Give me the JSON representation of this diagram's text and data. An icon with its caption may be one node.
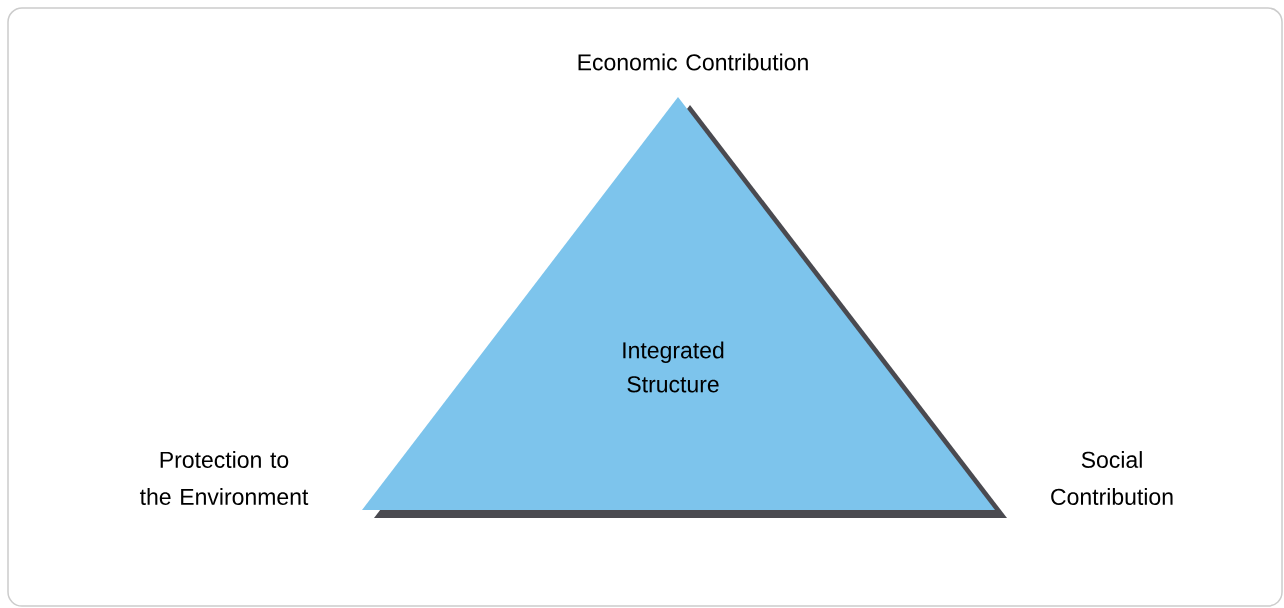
{
  "diagram": {
    "nodes": [
      {
        "text": [
          "Integrated Structure"
        ]
      }
    ],
    "labels": [
      "Economic Contribution",
      "Protection to the Environment",
      "Social Contribution"
    ]
  }
}
